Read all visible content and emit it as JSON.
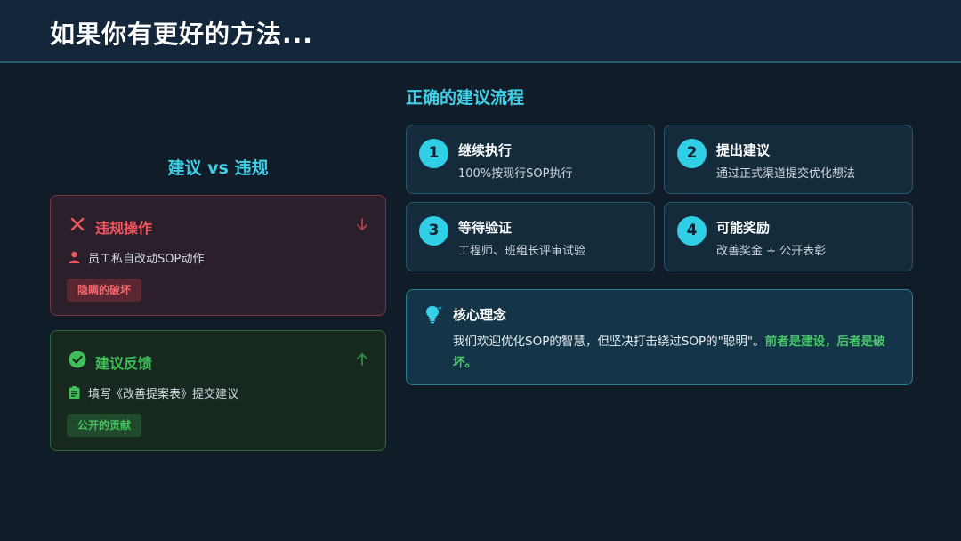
{
  "header": {
    "title": "如果你有更好的方法..."
  },
  "comparison": {
    "heading": "建议 vs 违规",
    "violation": {
      "title": "违规操作",
      "item": "员工私自改动SOP动作",
      "tag": "隐瞒的破坏",
      "icon": "close-icon",
      "arrow": "arrow-down-icon",
      "accent": "#f2565e"
    },
    "suggestion": {
      "title": "建议反馈",
      "item": "填写《改善提案表》提交建议",
      "tag": "公开的贡献",
      "icon": "check-circle-icon",
      "arrow": "arrow-up-icon",
      "accent": "#3fbf58"
    }
  },
  "process": {
    "heading": "正确的建议流程",
    "steps": [
      {
        "num": "1",
        "title": "继续执行",
        "desc": "100%按现行SOP执行"
      },
      {
        "num": "2",
        "title": "提出建议",
        "desc": "通过正式渠道提交优化想法"
      },
      {
        "num": "3",
        "title": "等待验证",
        "desc": "工程师、班组长评审试验"
      },
      {
        "num": "4",
        "title": "可能奖励",
        "desc": "改善奖金 + 公开表彰"
      }
    ]
  },
  "core": {
    "title": "核心理念",
    "text": "我们欢迎优化SOP的智慧，但坚决打击绕过SOP的\"聪明\"。",
    "highlight": "前者是建设，后者是破坏。",
    "icon": "lightbulb-icon"
  },
  "colors": {
    "accent": "#3fd0e8",
    "background": "#111c29"
  }
}
